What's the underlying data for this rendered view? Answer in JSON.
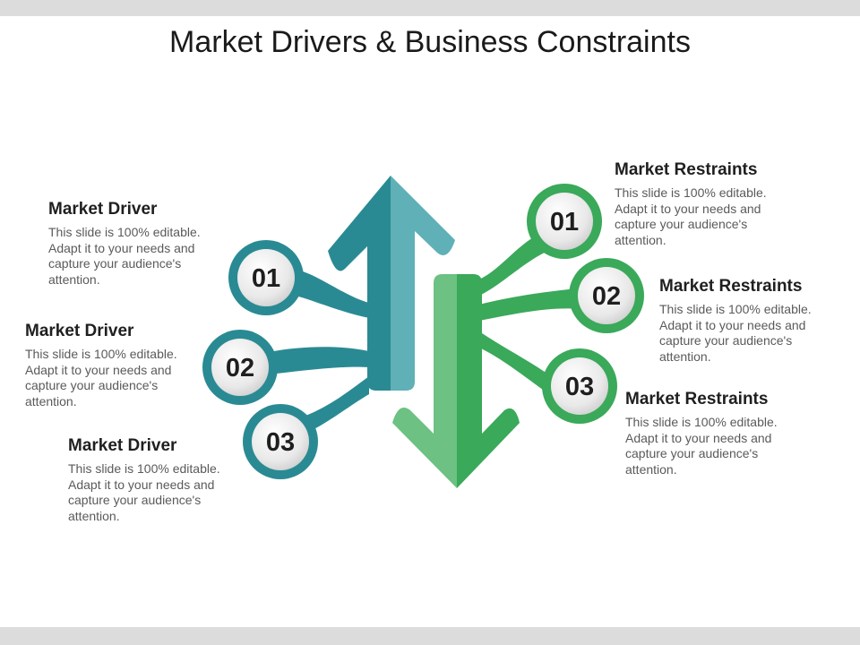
{
  "title": "Market Drivers & Business Constraints",
  "colors": {
    "driver_dark": "#2a8a93",
    "driver_light": "#5fb0b7",
    "restraint_dark": "#3aa95a",
    "restraint_light": "#6cc183",
    "inner": "#eeeeee"
  },
  "drivers": [
    {
      "number": "01",
      "heading": "Market Driver",
      "description": "This slide is 100% editable. Adapt it to your needs and capture your audience's attention."
    },
    {
      "number": "02",
      "heading": "Market Driver",
      "description": "This slide is 100% editable. Adapt it to your needs and capture your audience's attention."
    },
    {
      "number": "03",
      "heading": "Market Driver",
      "description": "This slide is 100% editable. Adapt it to your needs and capture your audience's attention."
    }
  ],
  "restraints": [
    {
      "number": "01",
      "heading": "Market Restraints",
      "description": "This slide is 100% editable. Adapt it to your needs and capture your audience's attention."
    },
    {
      "number": "02",
      "heading": "Market Restraints",
      "description": "This slide is 100% editable. Adapt it to your needs and capture your audience's attention."
    },
    {
      "number": "03",
      "heading": "Market Restraints",
      "description": "This slide is 100% editable. Adapt it to your needs and capture your audience's attention."
    }
  ]
}
